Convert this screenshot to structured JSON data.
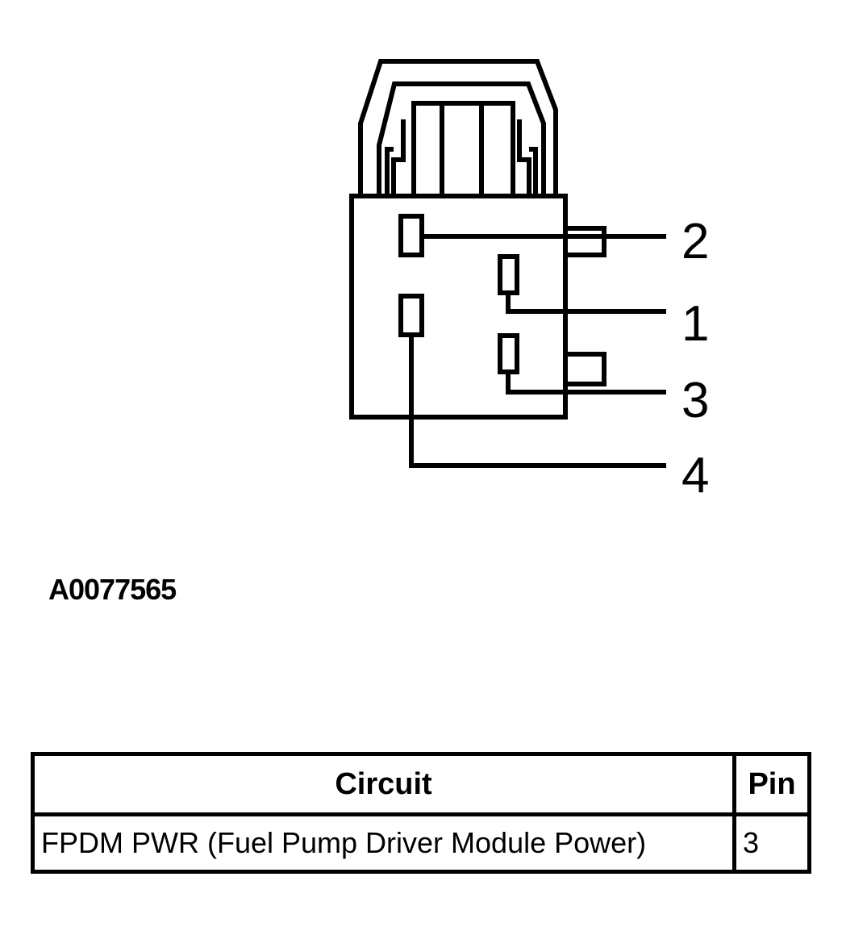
{
  "diagram": {
    "pin_labels": [
      "2",
      "1",
      "3",
      "4"
    ]
  },
  "figure_id": "A0077565",
  "table": {
    "headers": {
      "circuit": "Circuit",
      "pin": "Pin"
    },
    "rows": [
      {
        "circuit": "FPDM PWR (Fuel Pump Driver Module Power)",
        "pin": "3"
      }
    ]
  }
}
